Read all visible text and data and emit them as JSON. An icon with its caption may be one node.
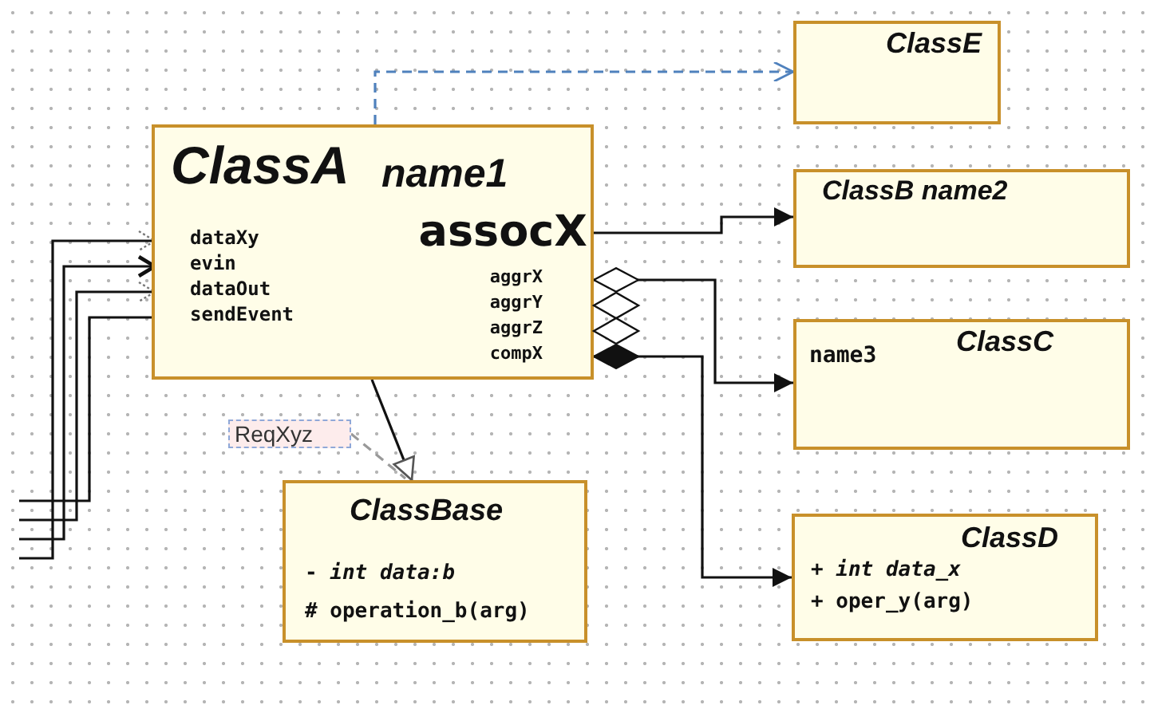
{
  "diagram": {
    "nodes": [
      {
        "text": [
          "ClassA",
          "name1"
        ]
      },
      {
        "text": [
          "dataXy"
        ],
        "in": 0
      },
      {
        "text": [
          "evin"
        ],
        "in": 0
      },
      {
        "text": [
          "dataOut"
        ],
        "in": 0
      },
      {
        "text": [
          "sendEvent"
        ],
        "in": 0
      },
      {
        "text": [
          "assocX"
        ],
        "in": 0
      },
      {
        "text": [
          "aggrX"
        ],
        "in": 0
      },
      {
        "text": [
          "aggrY"
        ],
        "in": 0
      },
      {
        "text": [
          "aggrZ"
        ],
        "in": 0
      },
      {
        "text": [
          "compX"
        ],
        "in": 0
      },
      {
        "text": [
          "ClassE"
        ]
      },
      {
        "text": [
          "ClassB name2"
        ]
      },
      {
        "text": [
          "ClassC",
          "name3"
        ]
      },
      {
        "text": [
          "ClassD",
          "+ *int data_x*",
          "+ oper_y(arg)"
        ]
      },
      {
        "text": [
          "ClassBase",
          "- *int data:b*",
          "# operation_b(arg)"
        ]
      },
      {
        "text": [
          "ReqXyz"
        ]
      }
    ],
    "edges": [
      {
        "from": 0,
        "to": 10,
        "arrow": "to",
        "style": "dashed",
        "color": "#4f81bd"
      },
      {
        "from": 5,
        "to": 11,
        "arrow": "to"
      },
      {
        "from": 6,
        "to": 12,
        "arrow": "to"
      },
      {
        "from": 9,
        "to": 13,
        "arrow": "to"
      },
      {
        "from": 0,
        "to": 14,
        "arrow": "to"
      },
      {
        "from": 15,
        "to": 14,
        "arrow": "none",
        "style": "dashed",
        "color": "#999999"
      },
      {
        "from": null,
        "to": 1,
        "arrow": "to"
      },
      {
        "from": null,
        "to": 2,
        "arrow": "to"
      },
      {
        "from": null,
        "to": 3,
        "arrow": "to"
      },
      {
        "from": null,
        "to": 4,
        "arrow": "other"
      }
    ]
  }
}
